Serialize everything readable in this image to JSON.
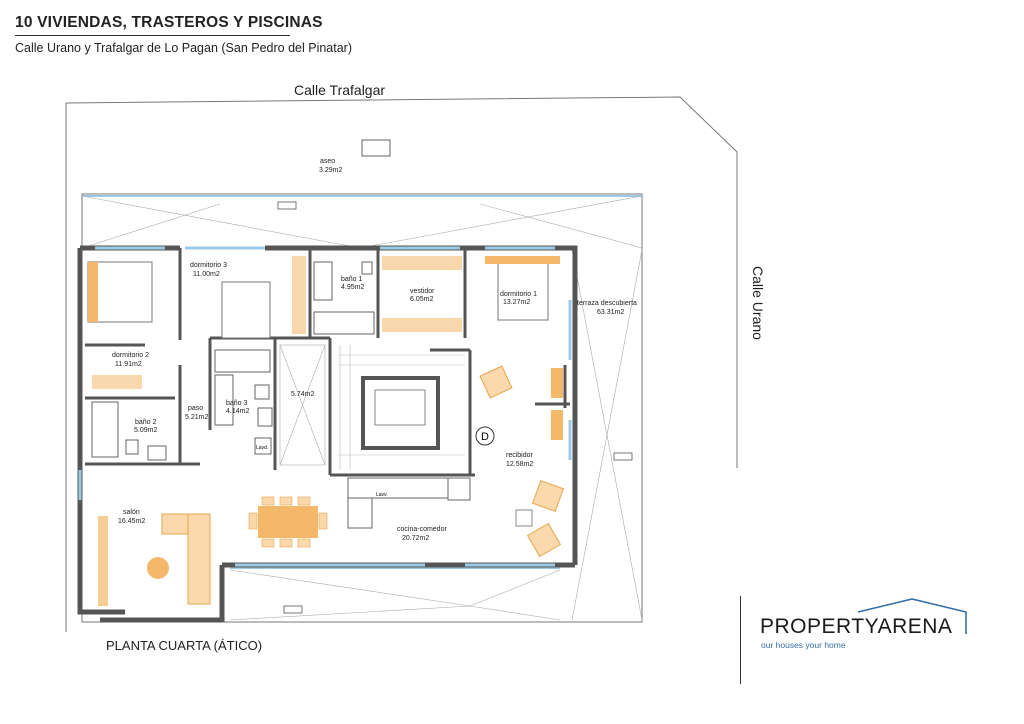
{
  "header": {
    "title": "10 VIVIENDAS, TRASTEROS Y PISCINAS",
    "subtitle": "Calle Urano y Trafalgar de Lo Pagan (San Pedro del Pinatar)"
  },
  "streets": {
    "north": "Calle Trafalgar",
    "east": "Calle Urano"
  },
  "floor_label": "PLANTA CUARTA (ÁTICO)",
  "rooms": {
    "aseo": {
      "name": "aseo",
      "area": "3.29m2"
    },
    "dormitorio3": {
      "name": "dormitorio 3",
      "area": "11.00m2"
    },
    "bano1": {
      "name": "baño 1",
      "area": "4.95m2"
    },
    "vestidor": {
      "name": "vestidor",
      "area": "6.05m2"
    },
    "dormitorio1": {
      "name": "dormitorio 1",
      "area": "13.27m2"
    },
    "terraza": {
      "name": "terraza descubierta",
      "area": "63.31m2"
    },
    "dormitorio2": {
      "name": "dormitorio 2",
      "area": "11.91m2"
    },
    "hueco": {
      "name": "",
      "area": "5.74m2"
    },
    "bano3": {
      "name": "baño 3",
      "area": "4.14m2"
    },
    "paso": {
      "name": "paso",
      "area": "5.21m2"
    },
    "bano2": {
      "name": "baño 2",
      "area": "5.09m2"
    },
    "recibidor": {
      "name": "recibidor",
      "area": "12.58m2"
    },
    "salon": {
      "name": "salón",
      "area": "16.45m2"
    },
    "cocina": {
      "name": "cocina-comedor",
      "area": "20.72m2"
    }
  },
  "fixtures": {
    "lavadora1": "Lavd.",
    "lavadora2": "Lavv.",
    "door_mark": "D"
  },
  "logo": {
    "name": "PROPERTYARENA",
    "tagline": "our houses your home",
    "accent_color": "#3a6fa8"
  },
  "colors": {
    "wall": "#555555",
    "furniture": "#f4b86a",
    "glass": "#a9d4ee",
    "fine_line": "#888888"
  }
}
